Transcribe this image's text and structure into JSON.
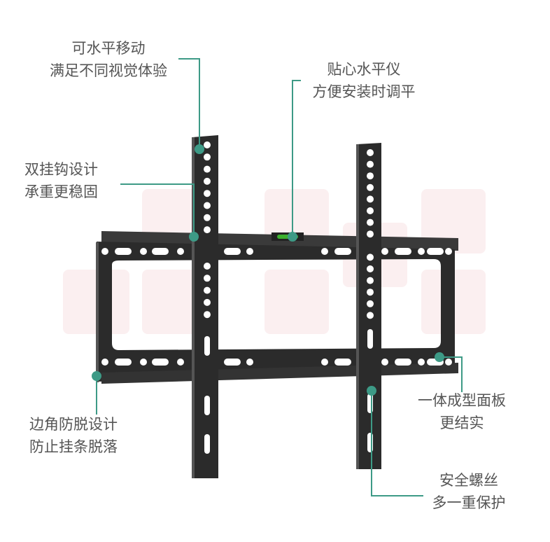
{
  "colors": {
    "accent": "#3d9a86",
    "bracket": "#2b2b2b",
    "text": "#555555",
    "bg_tiles": "#fbeff0",
    "level": "#3cb02e"
  },
  "callouts": [
    {
      "line1": "可水平移动",
      "line2": "满足不同视觉体验"
    },
    {
      "line1": "贴心水平仪",
      "line2": "方便安装时调平"
    },
    {
      "line1": "双挂钩设计",
      "line2": "承重更稳固"
    },
    {
      "line1": "边角防脱设计",
      "line2": "防止挂条脱落"
    },
    {
      "line1": "一体成型面板",
      "line2": "更结实"
    },
    {
      "line1": "安全螺丝",
      "line2": "多一重保护"
    }
  ]
}
